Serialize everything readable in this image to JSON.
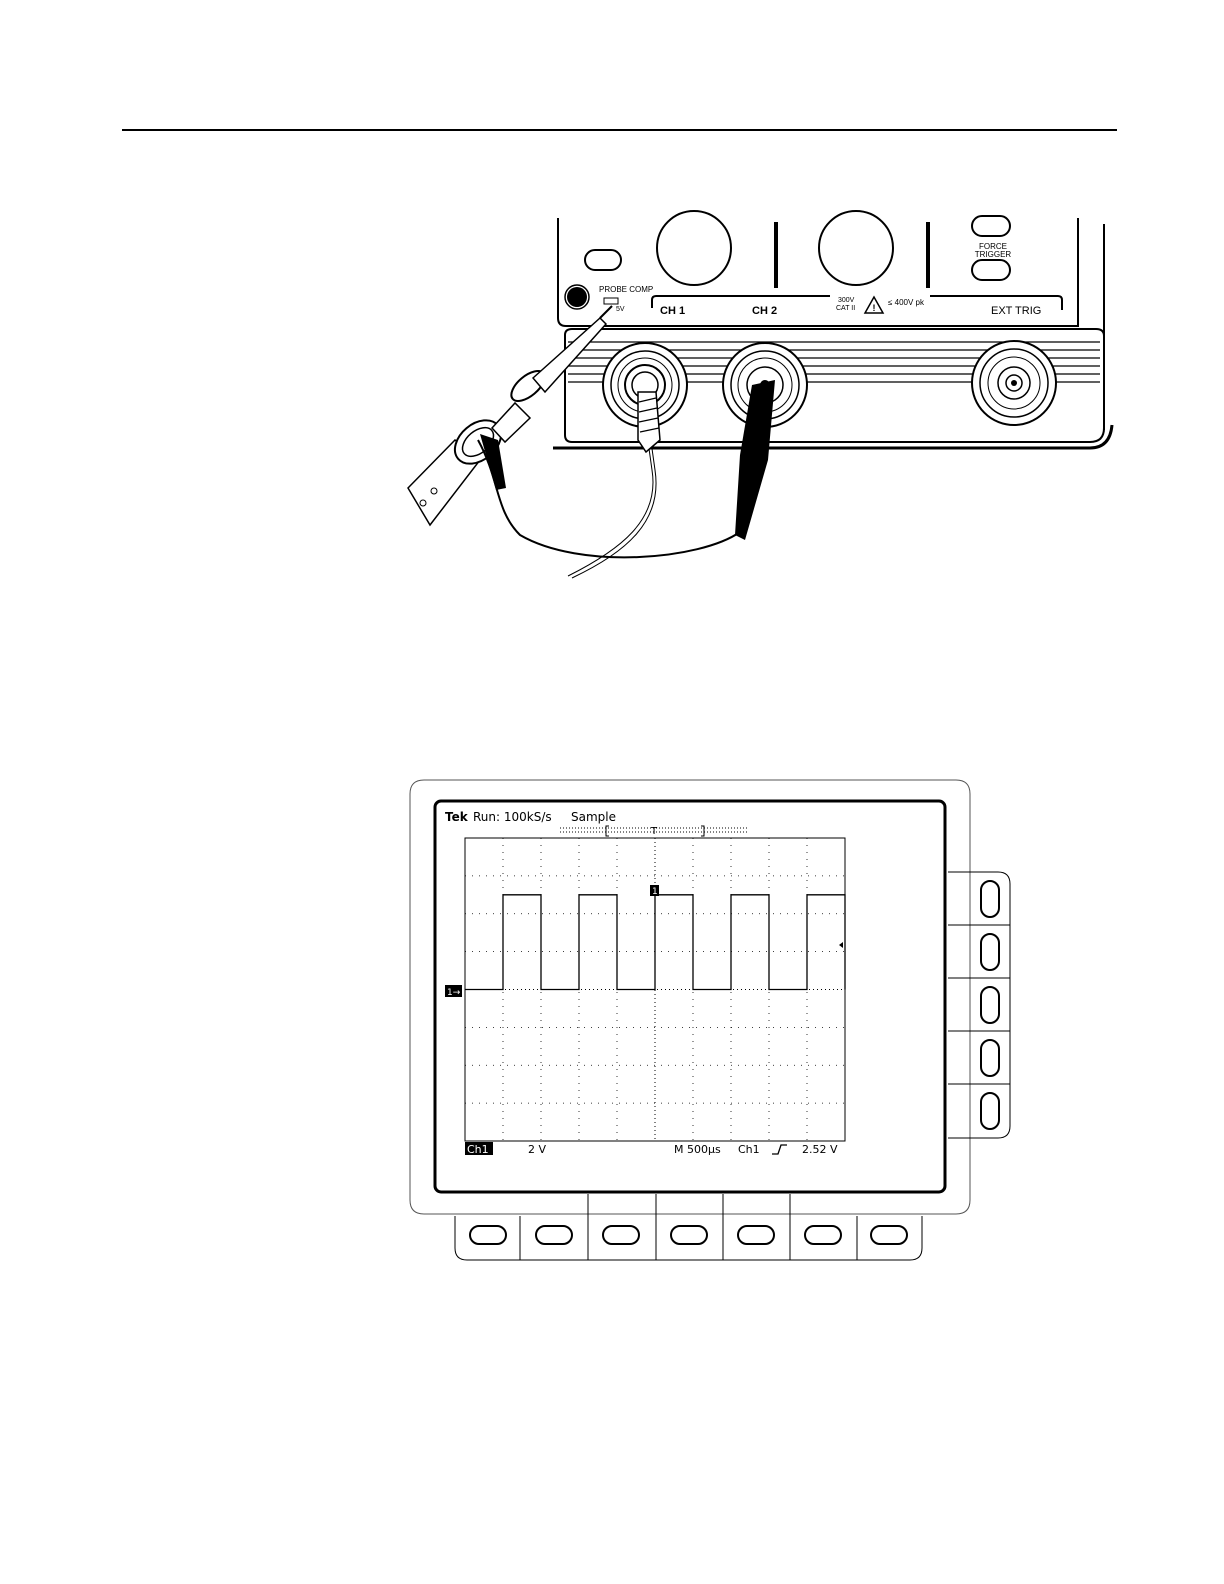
{
  "panel": {
    "probe_comp": "PROBE COMP",
    "probe_comp_value": "5V",
    "force_trigger_line1": "FORCE",
    "force_trigger_line2": "TRIGGER",
    "ch1": "CH 1",
    "ch2": "CH 2",
    "rating_line1": "300V",
    "rating_line2": "CAT II",
    "rating_pk": "≤ 400V pk",
    "ext_trig": "EXT TRIG"
  },
  "screen": {
    "brand": "Tek",
    "status": "Run: 100kS/s",
    "mode": "Sample",
    "trigger_marker": "T",
    "channel_marker": "1",
    "ground_marker": "1→",
    "readout_channel": "Ch1",
    "readout_volts": "2 V",
    "readout_time": "M 500µs",
    "readout_trig_source": "Ch1",
    "readout_trig_level": "2.52 V"
  },
  "waveform": {
    "type": "square",
    "units_per_division_v": 2,
    "time_per_division_us": 500,
    "low_level_div": 0,
    "high_level_div": 2.5,
    "pulses_div": [
      [
        1,
        2
      ],
      [
        3,
        4
      ],
      [
        5,
        6
      ],
      [
        7,
        8
      ],
      [
        9,
        10
      ]
    ]
  }
}
